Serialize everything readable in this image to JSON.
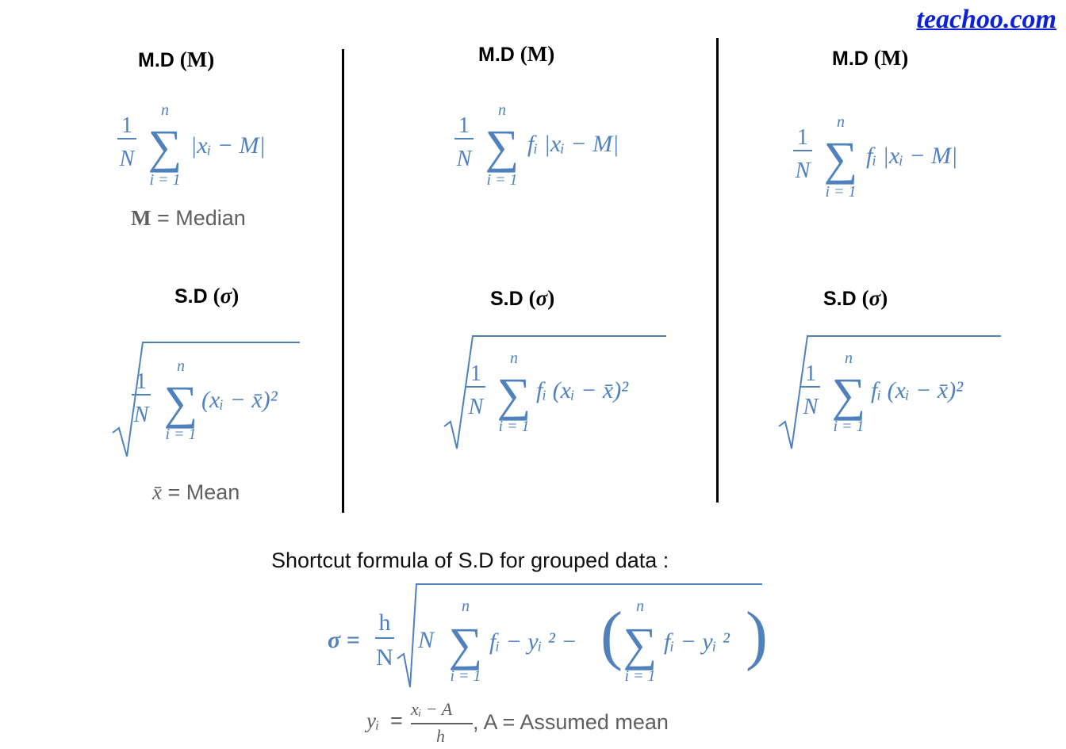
{
  "brand": "teachoo.com",
  "columns": [
    {
      "md_heading": "M.D",
      "md_symbol": "M",
      "md_formula": {
        "frac_num": "1",
        "frac_den": "N",
        "sum_top": "n",
        "sum_bottom": "i = 1",
        "body": "|xᵢ − M|"
      },
      "md_note": {
        "symbol": "M",
        "text": "= Median"
      },
      "sd_heading": "S.D",
      "sd_symbol": "σ",
      "sd_formula": {
        "frac_num": "1",
        "frac_den": "N",
        "sum_top": "n",
        "sum_bottom": "i = 1",
        "body": "(xᵢ − x̄)²"
      },
      "sd_note": {
        "symbol": "x̄",
        "text": "= Mean"
      }
    },
    {
      "md_heading": "M.D",
      "md_symbol": "M",
      "md_formula": {
        "frac_num": "1",
        "frac_den": "N",
        "sum_top": "n",
        "sum_bottom": "i = 1",
        "body": "fᵢ |xᵢ − M|"
      },
      "sd_heading": "S.D",
      "sd_symbol": "σ",
      "sd_formula": {
        "frac_num": "1",
        "frac_den": "N",
        "sum_top": "n",
        "sum_bottom": "i = 1",
        "body": "fᵢ (xᵢ − x̄)²"
      }
    },
    {
      "md_heading": "M.D",
      "md_symbol": "M",
      "md_formula": {
        "frac_num": "1",
        "frac_den": "N",
        "sum_top": "n",
        "sum_bottom": "i = 1",
        "body": "fᵢ |xᵢ − M|"
      },
      "sd_heading": "S.D",
      "sd_symbol": "σ",
      "sd_formula": {
        "frac_num": "1",
        "frac_den": "N",
        "sum_top": "n",
        "sum_bottom": "i = 1",
        "body": "fᵢ (xᵢ − x̄)²"
      }
    }
  ],
  "shortcut": {
    "caption": "Shortcut formula of S.D for grouped data :",
    "formula": {
      "lhs": "σ =",
      "frac_num": "h",
      "frac_den": "N",
      "coef": "N",
      "sum1_top": "n",
      "sum1_bottom": "i = 1",
      "term1": "fᵢ − yᵢ ² −",
      "sum2_top": "n",
      "sum2_bottom": "i = 1",
      "term2": "fᵢ − yᵢ ²"
    },
    "definition": {
      "lhs": "yᵢ",
      "eq": "=",
      "num": "xᵢ − A",
      "den": "h",
      "rest": ",  A = Assumed mean"
    }
  },
  "colors": {
    "formula": "#4f81bd",
    "brand": "#0d22d8",
    "note": "#5f5f5f"
  }
}
